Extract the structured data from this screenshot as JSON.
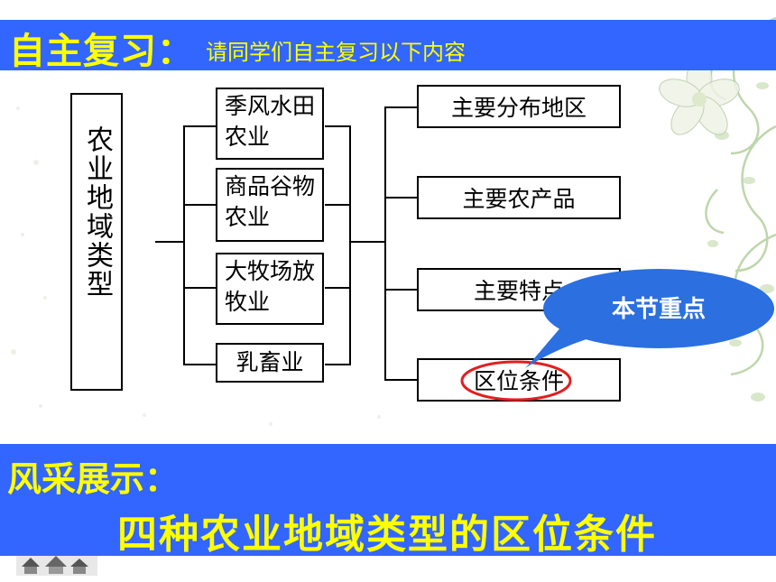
{
  "header": {
    "title": "自主复习：",
    "subtitle": "请同学们自主复习以下内容"
  },
  "diagram": {
    "root": "农业地域类型",
    "types": [
      "季风水田农业",
      "商品谷物农业",
      "大牧场放牧业",
      "乳畜业"
    ],
    "aspects": [
      "主要分布地区",
      "主要农产品",
      "主要特点",
      "区位条件"
    ],
    "callout": "本节重点"
  },
  "footer": {
    "title": "风采展示：",
    "subtitle": "四种农业地域类型的区位条件"
  },
  "colors": {
    "banner": "#3366ff",
    "banner_text": "#ffff00",
    "callout": "#2b6fe0",
    "highlight": "#e02020"
  }
}
